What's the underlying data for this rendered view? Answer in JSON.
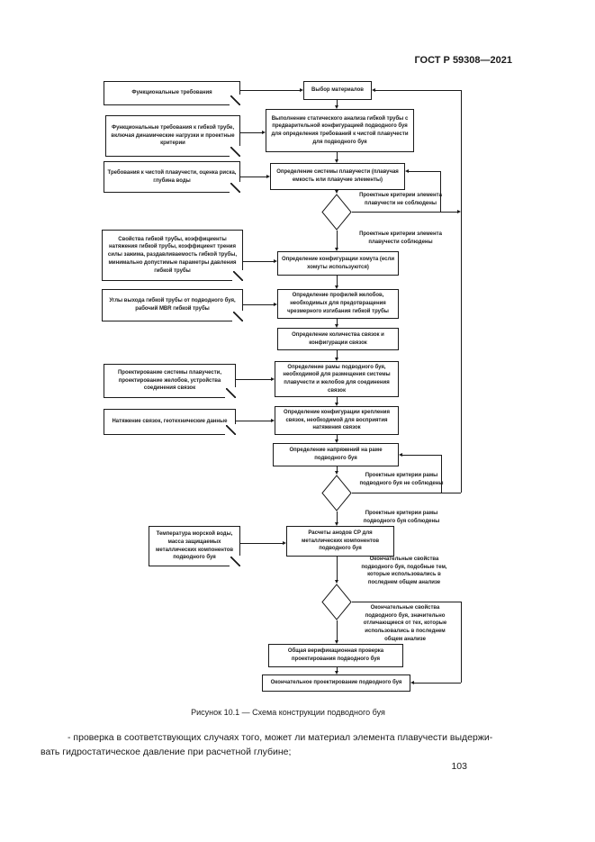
{
  "doc": {
    "standard_code": "ГОСТ Р 59308—2021",
    "figure_caption": "Рисунок 10.1 — Схема конструкции подводного буя",
    "body_line1": "- проверка в соответствующих случаях того, может ли материал элемента плавучести выдержи-",
    "body_line2": "вать гидростатическое давление при расчетной глубине;",
    "page_number": "103"
  },
  "fc": {
    "inputs": [
      {
        "id": "functional-requirements",
        "text": "Функциональные требования"
      },
      {
        "id": "pipe-functional-requirements",
        "text": "Функциональные требования к гибкой трубе, включая динамические нагрузки и проектные критерии"
      },
      {
        "id": "net-buoyancy-requirements",
        "text": "Требования к чистой плавучести, оценка риска, глубина воды"
      },
      {
        "id": "pipe-properties",
        "text": "Свойства гибкой трубы, коэффициенты натяжения гибкой трубы, коэффициент трения силы зажима, раздавливаемость гибкой трубы, минимально допустимые параметры давления гибкой трубы"
      },
      {
        "id": "pipe-exit-angles",
        "text": "Углы выхода гибкой трубы от подводного буя, рабочий MBR гибкой трубы"
      },
      {
        "id": "buoyancy-gutter-design",
        "text": "Проектирование системы плавучести, проектирование желобов, устройства соединения связок"
      },
      {
        "id": "tether-tension-soil",
        "text": "Натяжение связок, геотехнические данные"
      },
      {
        "id": "seawater-temperature",
        "text": "Температура морской воды, масса защищаемых металлических компонентов подводного буя"
      }
    ],
    "steps": [
      {
        "id": "material-selection",
        "text": "Выбор материалов"
      },
      {
        "id": "static-analysis",
        "text": "Выполнение статического анализа гибкой трубы с предварительной конфигурацией подводного буя для определения требований к чистой плавучести для подводного буя"
      },
      {
        "id": "buoyancy-system",
        "text": "Определение системы плавучести (плавучая емкость или плавучие элементы)"
      },
      {
        "id": "clamp-configuration",
        "text": "Определение конфигурации хомута (если хомуты используются)"
      },
      {
        "id": "gutter-profiles",
        "text": "Определение профилей желобов, необходимых для предотвращения чрезмерного изгибания гибкой трубы"
      },
      {
        "id": "tether-number",
        "text": "Определение количества связок и конфигурации связок"
      },
      {
        "id": "buoy-frame",
        "text": "Определение рамы подводного буя, необходимой для размещения системы плавучести и желобов для соединения связок"
      },
      {
        "id": "tether-attachment",
        "text": "Определение конфигурации крепления связок, необходимой для восприятия натяжения связок"
      },
      {
        "id": "frame-stresses",
        "text": "Определение напряжений на раме подводного буя"
      },
      {
        "id": "cp-anode-calculations",
        "text": "Расчеты анодов CP для металлических компонентов подводного буя"
      },
      {
        "id": "verification-check",
        "text": "Общая верификационная проверка проектирования подводного буя"
      },
      {
        "id": "final-design",
        "text": "Окончательное проектирование подводного буя"
      }
    ],
    "labels": [
      {
        "id": "buoyancy-criteria-not-met",
        "text": "Проектные критерии элемента плавучести не соблюдены"
      },
      {
        "id": "buoyancy-criteria-met",
        "text": "Проектные критерии элемента плавучести соблюдены"
      },
      {
        "id": "frame-criteria-not-met",
        "text": "Проектные критерии рамы подводного буя не соблюдены"
      },
      {
        "id": "frame-criteria-met",
        "text": "Проектные критерии рамы подводного буя соблюдены"
      },
      {
        "id": "properties-similar",
        "text": "Окончательные свойства подводного буя, подобные тем, которые использовались в последнем общем анализе"
      },
      {
        "id": "properties-different",
        "text": "Окончательные свойства подводного буя, значительно отличающиеся от тех, которые использовались в последнем общем анализе"
      }
    ]
  },
  "colors": {
    "line": "#1a1a1a",
    "background": "#ffffff"
  }
}
